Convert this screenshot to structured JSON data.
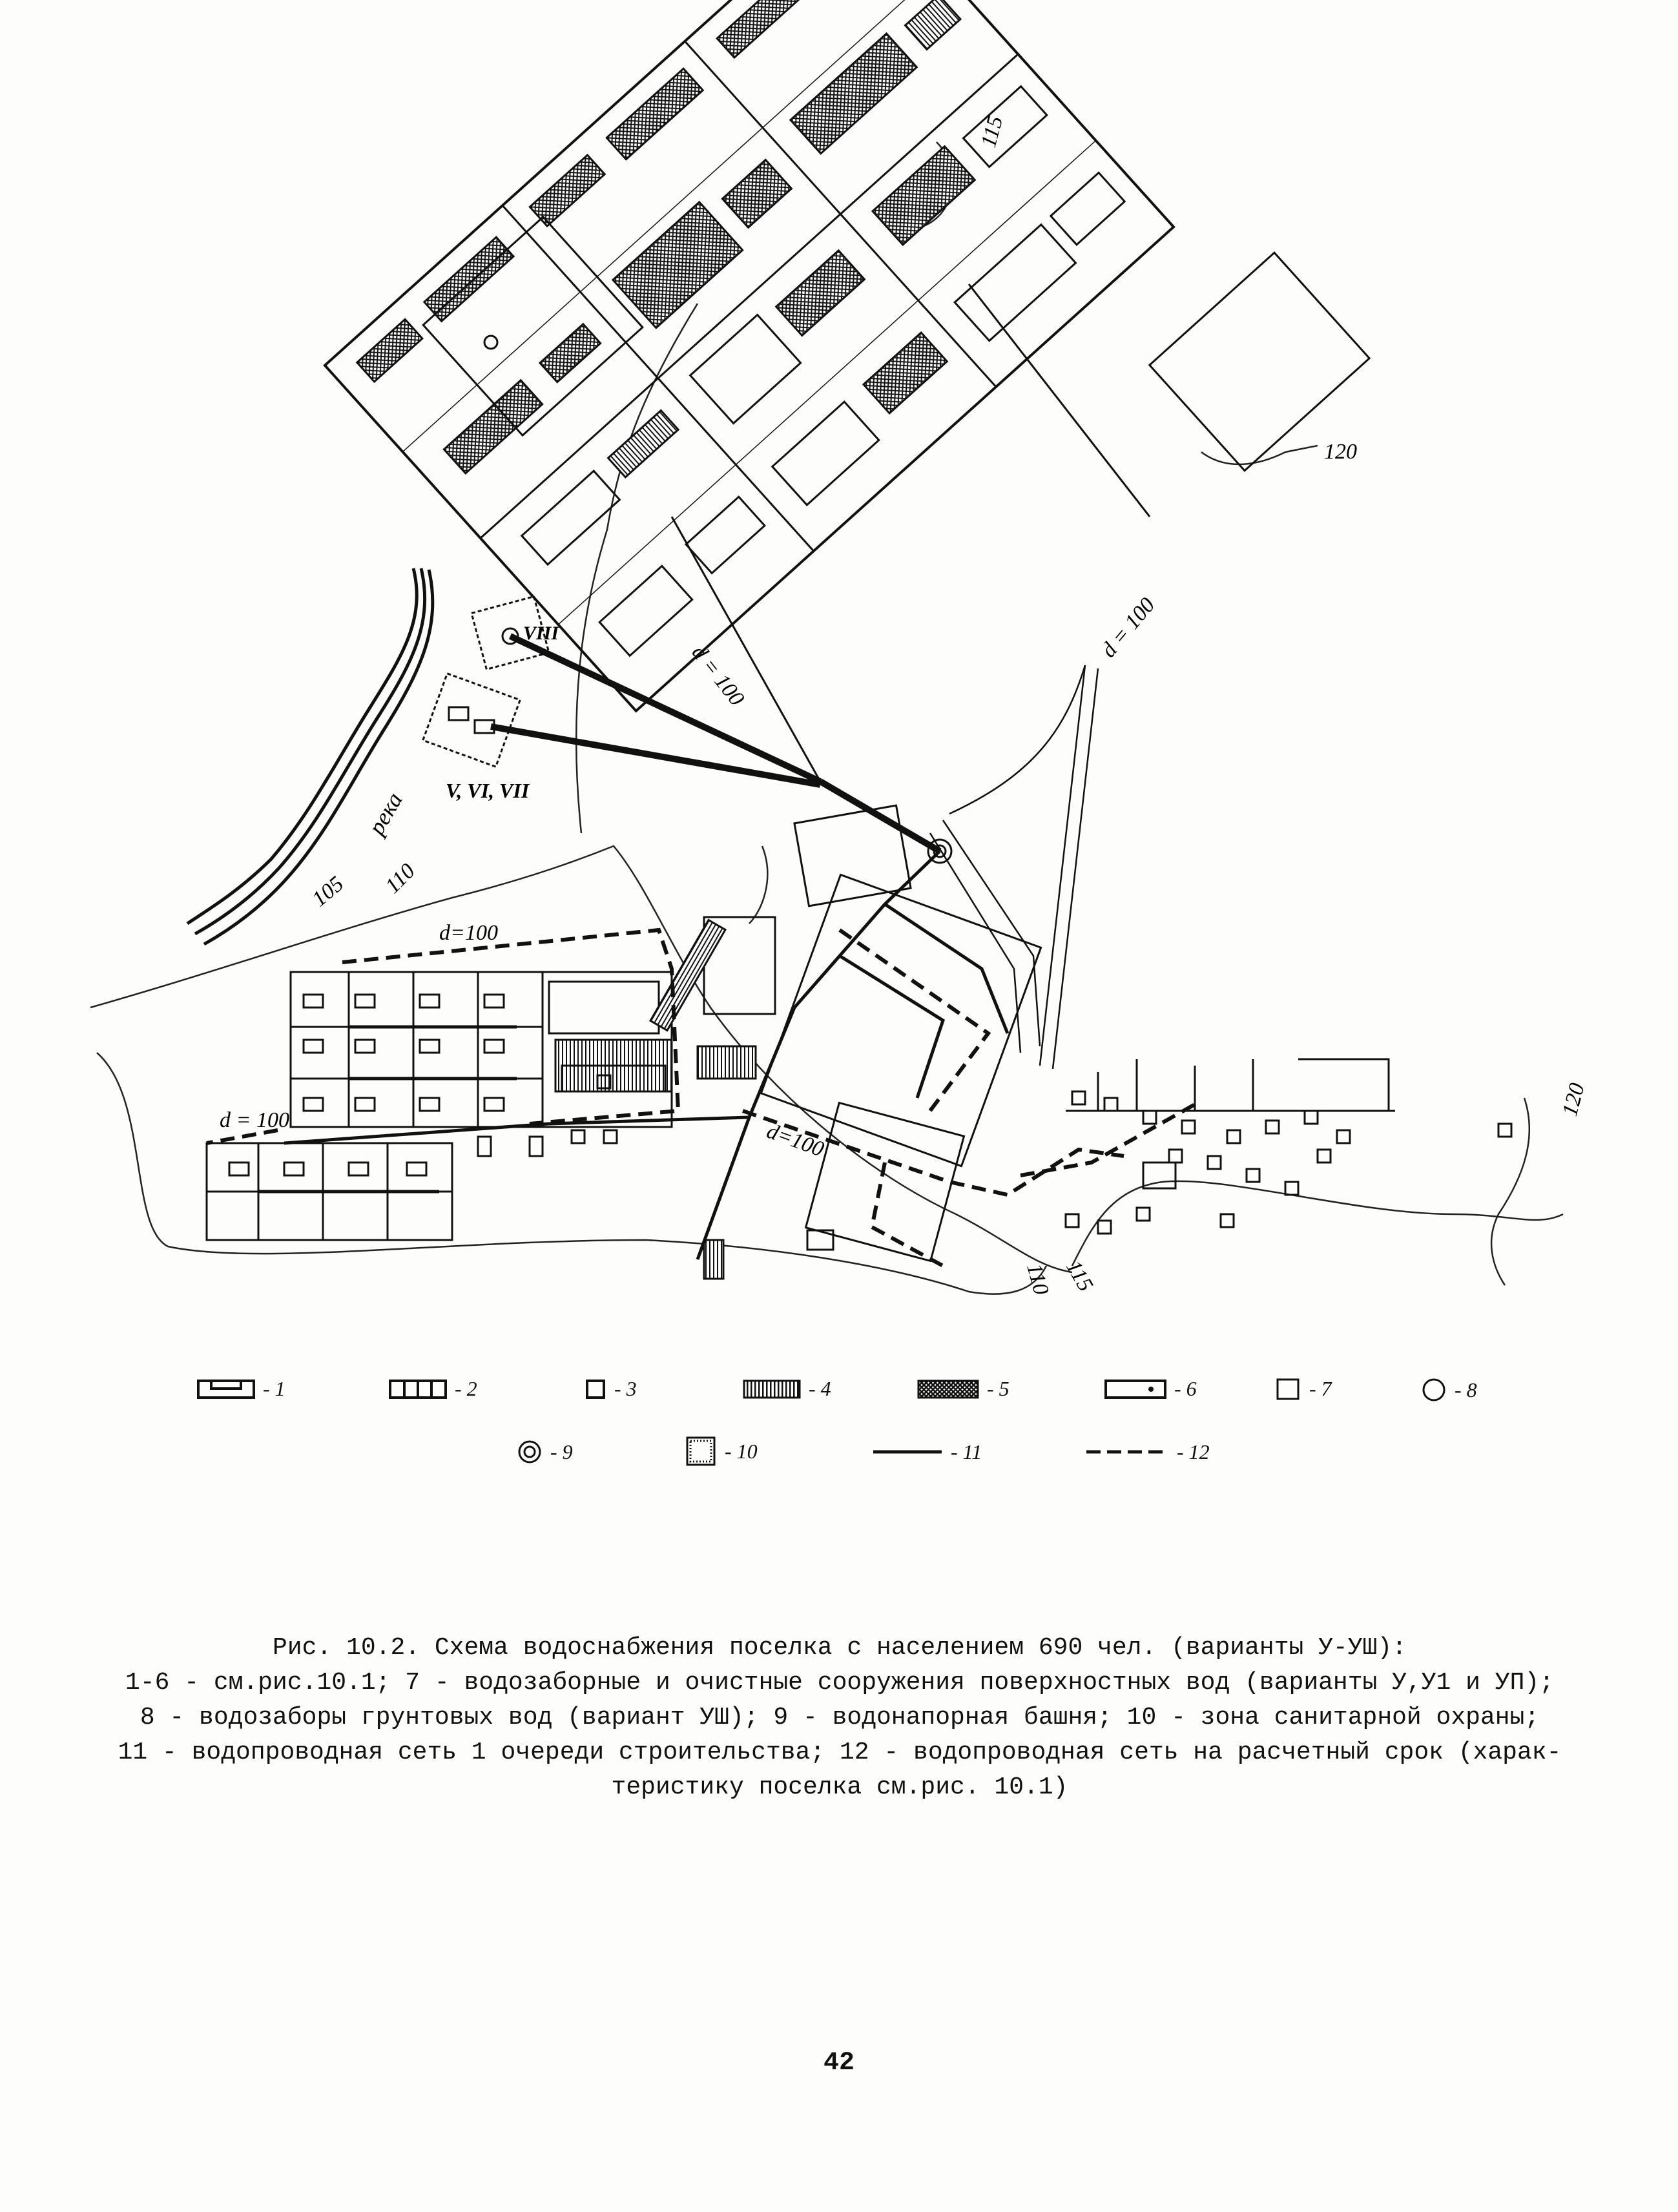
{
  "map": {
    "contour_labels": [
      "115",
      "120",
      "105",
      "110",
      "110",
      "115",
      "120"
    ],
    "pipe_labels": [
      "d = 100",
      "d = 100",
      "d=100",
      "d = 100",
      "d=100"
    ],
    "river_label": "река",
    "station_labels": [
      "VIII",
      "V, VI, VII"
    ]
  },
  "legend": {
    "items": [
      {
        "key": "1",
        "label": "- 1",
        "icon": "building-bracket-icon"
      },
      {
        "key": "2",
        "label": "- 2",
        "icon": "row-houses-icon"
      },
      {
        "key": "3",
        "label": "- 3",
        "icon": "small-house-icon"
      },
      {
        "key": "4",
        "label": "- 4",
        "icon": "hatched-block-icon"
      },
      {
        "key": "5",
        "label": "- 5",
        "icon": "crosshatched-block-icon"
      },
      {
        "key": "6",
        "label": "- 6",
        "icon": "rect-with-dot-icon"
      },
      {
        "key": "7",
        "label": "- 7",
        "icon": "empty-square-icon"
      },
      {
        "key": "8",
        "label": "- 8",
        "icon": "circle-icon"
      },
      {
        "key": "9",
        "label": "- 9",
        "icon": "double-circle-icon"
      },
      {
        "key": "10",
        "label": "- 10",
        "icon": "dotted-square-icon"
      },
      {
        "key": "11",
        "label": "- 11",
        "icon": "solid-line-icon"
      },
      {
        "key": "12",
        "label": "- 12",
        "icon": "dashed-line-icon"
      }
    ]
  },
  "caption": {
    "lines": [
      "Рис. 10.2. Схема водоснабжения поселка с населением 690 чел. (варианты У-УШ):",
      "1-6 - см.рис.10.1; 7 - водозаборные и очистные сооружения поверхностных вод (варианты У,У1 и УП);",
      "8 - водозаборы грунтовых вод (вариант УШ); 9 - водонапорная башня; 10 - зона санитарной охраны;",
      "11 - водопроводная сеть 1 очереди строительства; 12 - водопроводная сеть на расчетный срок (харак-",
      "теристику поселка см.рис. 10.1)"
    ]
  },
  "page_number": "42",
  "colors": {
    "ink": "#111111",
    "paper": "#fdfdfb"
  }
}
